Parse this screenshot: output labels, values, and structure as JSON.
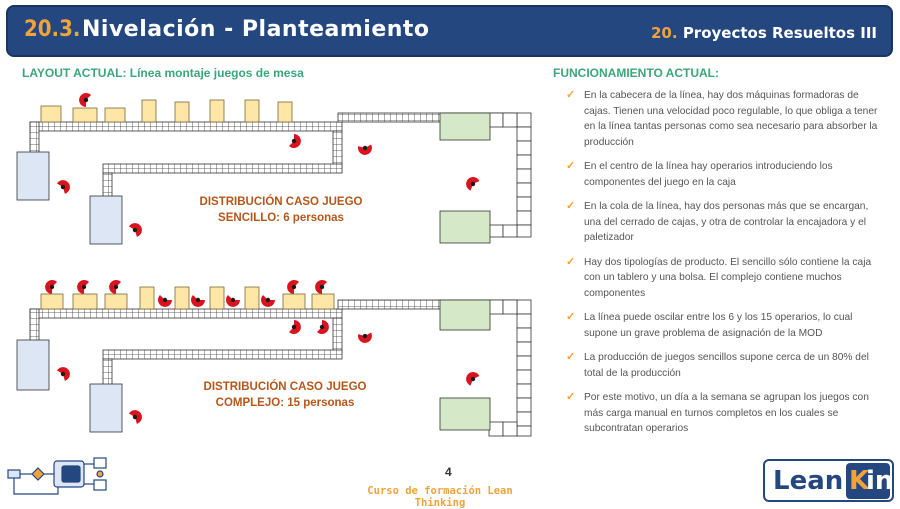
{
  "header": {
    "number": "20.3.",
    "title": "Nivelación - Planteamiento",
    "section_number": "20.",
    "section_title": "Proyectos Resueltos III"
  },
  "left": {
    "title": "LAYOUT ACTUAL: Línea montaje juegos de mesa",
    "diagram1_label_line1": "DISTRIBUCIÓN CASO JUEGO",
    "diagram1_label_line2": "SENCILLO: 6 personas",
    "diagram2_label_line1": "DISTRIBUCIÓN CASO JUEGO",
    "diagram2_label_line2": "COMPLEJO: 15 personas"
  },
  "right": {
    "title": "FUNCIONAMIENTO ACTUAL:",
    "bullets": [
      "En la cabecera de la línea, hay dos máquinas formadoras de cajas. Tienen una velocidad poco regulable, lo que obliga a tener en la línea tantas personas como sea necesario para absorber la producción",
      "En el centro de la línea hay operarios introduciendo los componentes del juego en la caja",
      "En la cola de la línea, hay dos personas más que se encargan, una del cerrado de cajas, y otra de controlar la encajadora y el paletizador",
      "Hay dos tipologías de producto. El sencillo sólo contiene la caja con un tablero y una bolsa. El complejo contiene muchos componentes",
      "La línea puede oscilar entre los 6 y los 15 operarios, lo cual supone un grave problema de asignación de la MOD",
      "La producción de juegos sencillos supone cerca de un 80% del total de la producción",
      "Por este motivo, un día a la semana se agrupan los juegos con más carga manual en turnos completos en los cuales se subcontratan operarios"
    ]
  },
  "footer": {
    "page_number": "4",
    "course": "Curso de formación Lean Thinking",
    "logo_lean": "Lean",
    "logo_k": "K",
    "logo_in": "in"
  },
  "colors": {
    "header_bg": "#24477f",
    "accent_orange": "#f0a23b",
    "subtitle_green": "#3aa67a",
    "label_brown": "#b5561b",
    "station_yellow": "#fde6a6",
    "machine_blue": "#dde6f4",
    "machine_green": "#d5e8c8",
    "operator_red": "#d9141e"
  }
}
